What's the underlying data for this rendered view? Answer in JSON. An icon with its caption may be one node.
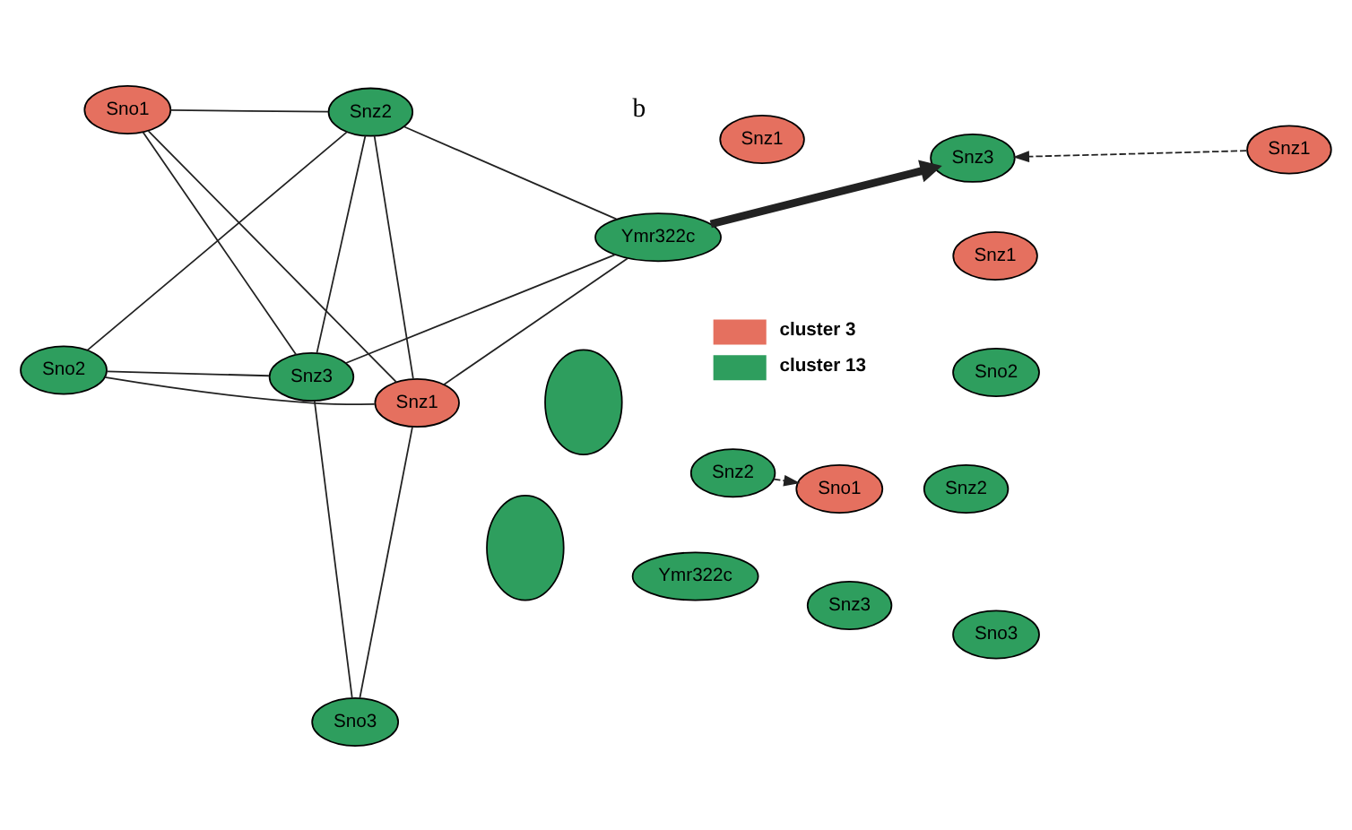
{
  "diagram": {
    "nodes": [
      {
        "text": [
          "Snz3"
        ]
      },
      {
        "text": [
          "Snz3"
        ]
      },
      {
        "text": [
          "Sno3"
        ]
      },
      {
        "text": [
          "Sno2"
        ]
      },
      {
        "text": [
          "Ymr322c"
        ]
      },
      {
        "text": [
          "Snz2"
        ]
      },
      {
        "text": [
          "Snz2"
        ]
      },
      {
        "text": [
          "Sno1"
        ]
      },
      {
        "text": [
          "Snz1"
        ]
      },
      {
        "text": [
          "Snz1"
        ]
      },
      {
        "text": [
          "Sno3"
        ]
      },
      {
        "text": [
          "Sno2"
        ]
      },
      {
        "text": [
          "Snz3"
        ]
      },
      {
        "text": [],
        "shape": "ellipse"
      },
      {
        "text": [],
        "shape": "ellipse"
      },
      {
        "text": [
          "Snz2"
        ]
      },
      {
        "text": [
          "Ymr322c"
        ]
      },
      {
        "text": [
          "Snz1"
        ]
      },
      {
        "text": [
          "Sno1"
        ]
      },
      {
        "text": [
          "Snz1"
        ]
      }
    ],
    "edges": [
      {
        "from": 1,
        "to": 3,
        "arrow": "none"
      },
      {
        "from": 1,
        "to": 2,
        "arrow": "none"
      },
      {
        "from": 1,
        "to": 5,
        "arrow": "none"
      },
      {
        "from": 1,
        "to": 7,
        "arrow": "none"
      },
      {
        "from": 1,
        "to": 4,
        "arrow": "none"
      },
      {
        "from": 2,
        "to": 8,
        "arrow": "none"
      },
      {
        "from": 3,
        "to": 5,
        "arrow": "none"
      },
      {
        "from": 3,
        "to": 8,
        "arrow": "none"
      },
      {
        "from": 4,
        "to": 5,
        "arrow": "none"
      },
      {
        "from": 4,
        "to": 8,
        "arrow": "none"
      },
      {
        "from": 5,
        "to": 8,
        "arrow": "none"
      },
      {
        "from": 5,
        "to": 7,
        "arrow": "none"
      },
      {
        "from": 7,
        "to": 8,
        "arrow": "none"
      },
      {
        "from": 4,
        "to": 12,
        "arrow": "to",
        "style": "thick",
        "color": "#222222"
      },
      {
        "from": 17,
        "to": 12,
        "arrow": "to",
        "style": "dashed"
      },
      {
        "from": 15,
        "to": 18,
        "arrow": "to",
        "style": "dashed"
      }
    ],
    "labels": [
      "b"
    ],
    "legend": [
      {
        "text": "cluster 3",
        "color": "#e5705f"
      },
      {
        "text": "cluster 13",
        "color": "#2e9e5e"
      }
    ]
  }
}
